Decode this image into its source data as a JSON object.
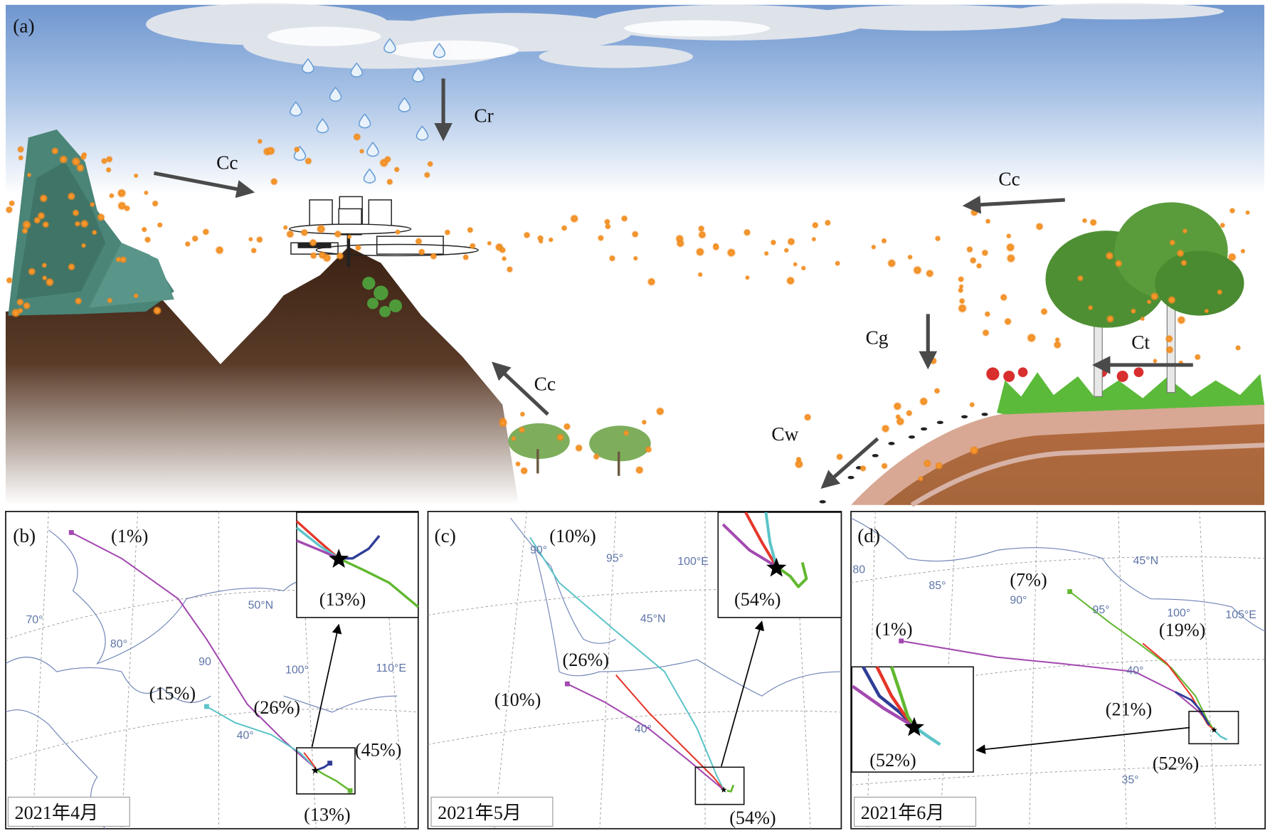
{
  "panel_a": {
    "label": "(a)",
    "cr": "Cr",
    "cc": "Cc",
    "cg": "Cg",
    "ct": "Ct",
    "cw": "Cw"
  },
  "panel_b": {
    "label": "(b)",
    "date": "2021年4月",
    "pct_1": "(1%)",
    "pct_15": "(15%)",
    "pct_26": "(26%)",
    "pct_45": "(45%)",
    "pct_13_below": "(13%)",
    "pct_13_inset": "(13%)",
    "geo": {
      "lat50": "50°N",
      "lat40": "40°",
      "lon70": "70°",
      "lon80": "80°",
      "lon90": "90",
      "lon100": "100°",
      "lon110": "110°E"
    }
  },
  "panel_c": {
    "label": "(c)",
    "date": "2021年5月",
    "pct_10_top": "(10%)",
    "pct_26": "(26%)",
    "pct_10_left": "(10%)",
    "pct_54_below": "(54%)",
    "pct_54_inset": "(54%)",
    "geo": {
      "lon90": "90°",
      "lon95": "95°",
      "lon100": "100°E",
      "lat45": "45°N",
      "lat40": "40°"
    }
  },
  "panel_d": {
    "label": "(d)",
    "date": "2021年6月",
    "pct_7": "(7%)",
    "pct_1": "(1%)",
    "pct_19": "(19%)",
    "pct_21": "(21%)",
    "pct_52_below": "(52%)",
    "pct_52_inset": "(52%)",
    "geo": {
      "lon80": "80",
      "lon85": "85°",
      "lon90": "90°",
      "lon95": "95°",
      "lon100": "100°",
      "lon105": "105°E",
      "lat45": "45°N",
      "lat40": "40°",
      "lat35": "35°"
    }
  },
  "colors": {
    "magenta": "#a349b0",
    "cyan": "#5cc4c8",
    "red": "#e6362a",
    "blue": "#2f3d96",
    "green": "#62b830",
    "particle": "#f08a1e",
    "arrow": "#4a4a4a"
  }
}
